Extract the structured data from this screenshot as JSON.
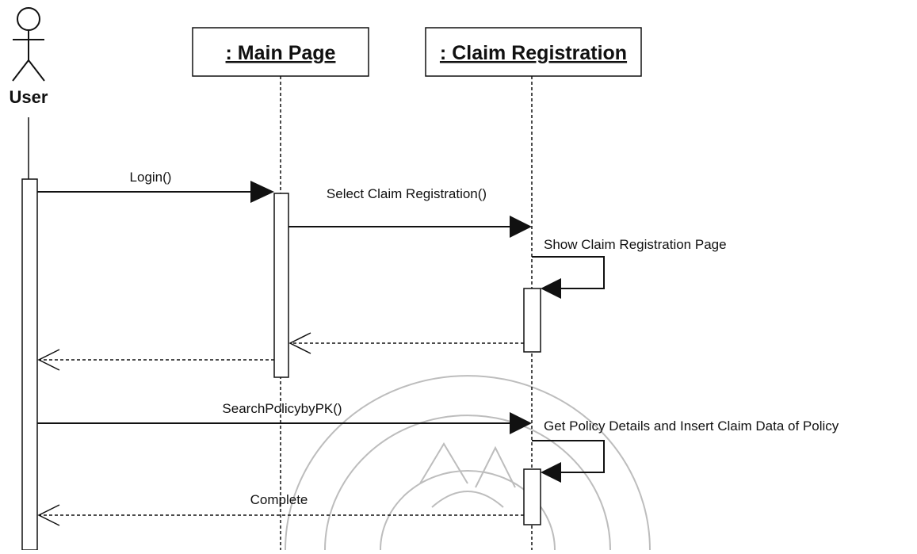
{
  "actor": {
    "name": "User",
    "icon": "stick-figure-icon"
  },
  "objects": [
    {
      "label": ": Main Page"
    },
    {
      "label": ": Claim Registration"
    }
  ],
  "messages": [
    {
      "label": "Login()",
      "kind": "synchronous call"
    },
    {
      "label": "Select Claim Registration()",
      "kind": "synchronous call"
    },
    {
      "label": "Show Claim Registration Page",
      "kind": "self call"
    },
    {
      "label": "",
      "kind": "return"
    },
    {
      "label": "",
      "kind": "return"
    },
    {
      "label": "SearchPolicybyPK()",
      "kind": "synchronous call"
    },
    {
      "label": "Get Policy Details and Insert Claim Data of Policy",
      "kind": "self call"
    },
    {
      "label": "Complete",
      "kind": "return"
    }
  ],
  "colors": {
    "line": "#111111",
    "watermark": "#bdbdbd"
  }
}
